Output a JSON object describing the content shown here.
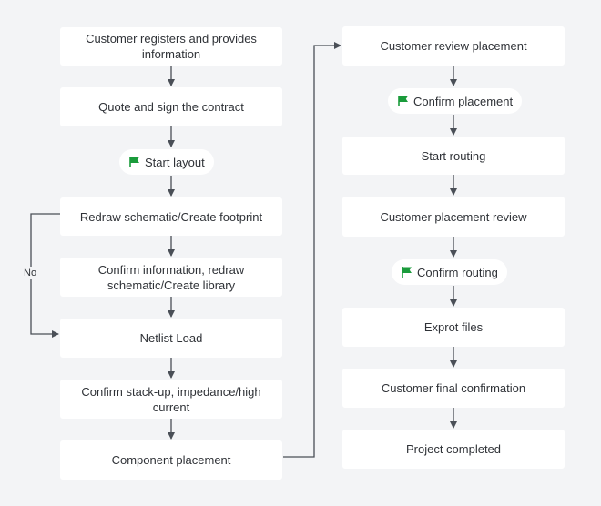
{
  "flow": {
    "left_column": [
      "Customer registers and provides information",
      "Quote and sign the contract",
      "Start layout",
      "Redraw schematic/Create footprint",
      "Confirm information, redraw schematic/Create library",
      "Netlist Load",
      "Confirm stack-up, impedance/high current",
      "Component placement"
    ],
    "right_column": [
      "Customer review placement",
      "Confirm placement",
      "Start routing",
      "Customer placement review",
      "Confirm routing",
      "Exprot files",
      "Customer final confirmation",
      "Project completed"
    ],
    "no_label": "No"
  },
  "colors": {
    "background": "#f3f4f6",
    "box": "#ffffff",
    "connector": "#4a4f57",
    "flag": "#1a9b3b",
    "text": "#2f3237"
  },
  "icons": {
    "milestone": "flag-icon"
  }
}
